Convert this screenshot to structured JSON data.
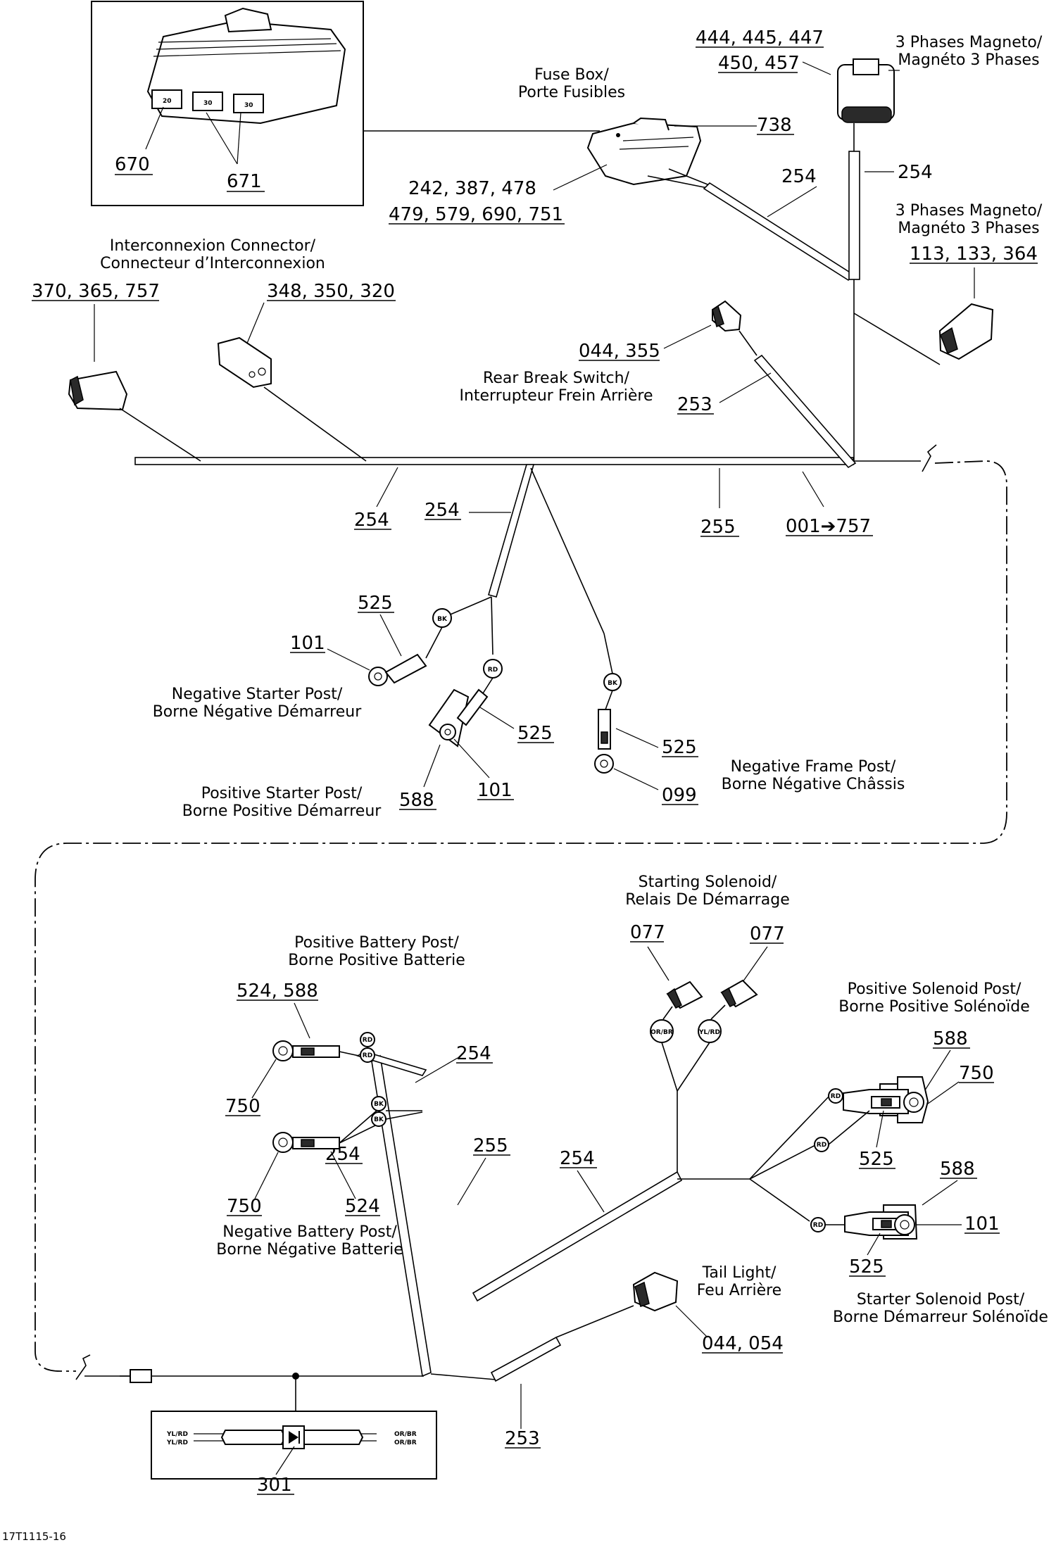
{
  "labels": {
    "fuse_box": [
      "Fuse Box/",
      "Porte Fusibles"
    ],
    "magneto_top": [
      "3 Phases Magneto/",
      "Magnéto 3 Phases"
    ],
    "magneto_mid": [
      "3 Phases Magneto/",
      "Magnéto 3 Phases"
    ],
    "interconnexion": [
      "Interconnexion Connector/",
      "Connecteur d’Interconnexion"
    ],
    "rear_brake": [
      "Rear Break Switch/",
      "Interrupteur Frein Arrière"
    ],
    "neg_starter": [
      "Negative Starter Post/",
      "Borne Négative Démarreur"
    ],
    "pos_starter": [
      "Positive Starter Post/",
      "Borne Positive Démarreur"
    ],
    "neg_frame": [
      "Negative Frame Post/",
      "Borne Négative Châssis"
    ],
    "starting_solenoid": [
      "Starting Solenoid/",
      "Relais De Démarrage"
    ],
    "pos_battery": [
      "Positive Battery Post/",
      "Borne Positive Batterie"
    ],
    "neg_battery": [
      "Negative Battery Post/",
      "Borne Négative Batterie"
    ],
    "pos_solenoid": [
      "Positive Solenoid Post/",
      "Borne Positive Solénoïde"
    ],
    "starter_solenoid": [
      "Starter Solenoid Post/",
      "Borne Démarreur Solénoïde"
    ],
    "tail_light": [
      "Tail Light/",
      "Feu Arrière"
    ]
  },
  "callouts": {
    "c670": "670",
    "c671": "671",
    "c738": "738",
    "c444": "444, 445, 447",
    "c450": "450, 457",
    "c242": "242, 387, 478",
    "c479": "479, 579, 690, 751",
    "c254_fuse": "254",
    "c254_mag": "254",
    "c113": "113, 133, 364",
    "c370": "370, 365, 757",
    "c348": "348, 350, 320",
    "c044_355": "044, 355",
    "c253_brake": "253",
    "c254_main": "254",
    "c254_branch": "254",
    "c255_main": "255",
    "c001": "001➔757",
    "c525_a": "525",
    "c101_a": "101",
    "c525_b": "525",
    "c588_a": "588",
    "c101_b": "101",
    "c525_c": "525",
    "c099": "099",
    "c077_a": "077",
    "c077_b": "077",
    "c524_588": "524, 588",
    "c254_batt": "254",
    "c750_a": "750",
    "c255_batt": "255",
    "c750_b": "750",
    "c524": "524",
    "c254_low": "254",
    "c588_b": "588",
    "c750_c": "750",
    "c525_d": "525",
    "c588_c": "588",
    "c101_c": "101",
    "c525_e": "525",
    "c044_054": "044, 054",
    "c253_low": "253",
    "c301": "301"
  },
  "wire_codes": {
    "bk": "BK",
    "rd": "RD",
    "or_br": "OR/BR",
    "yl_rd": "YL/RD"
  },
  "fuse_ratings": [
    "20",
    "30",
    "30"
  ],
  "diode_codes": {
    "left_top": "YL/RD",
    "left_bottom": "YL/RD",
    "right_top": "OR/BR",
    "right_bottom": "OR/BR"
  },
  "reference": "17T1115-16"
}
